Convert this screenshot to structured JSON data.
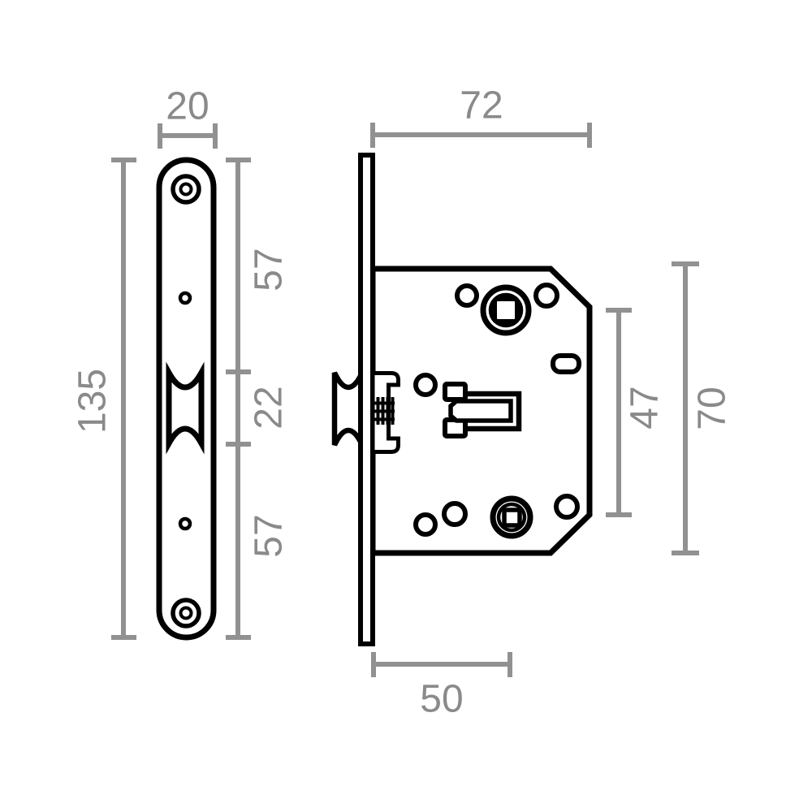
{
  "drawing": {
    "type": "technical dimension drawing",
    "subject": "mortise latch lock: faceplate front view and lock case side view",
    "colors": {
      "outline": "#000000",
      "dimension_line": "#919191",
      "dimension_text": "#8a8a8a",
      "background": "#ffffff"
    },
    "front_view": {
      "width_label": "20",
      "height_label": "135",
      "upper_offset_label": "57",
      "latch_opening_label": "22",
      "lower_offset_label": "57"
    },
    "side_view": {
      "depth_label": "72",
      "backset_label": "50",
      "inner_height_label": "47",
      "case_height_label": "70"
    }
  }
}
